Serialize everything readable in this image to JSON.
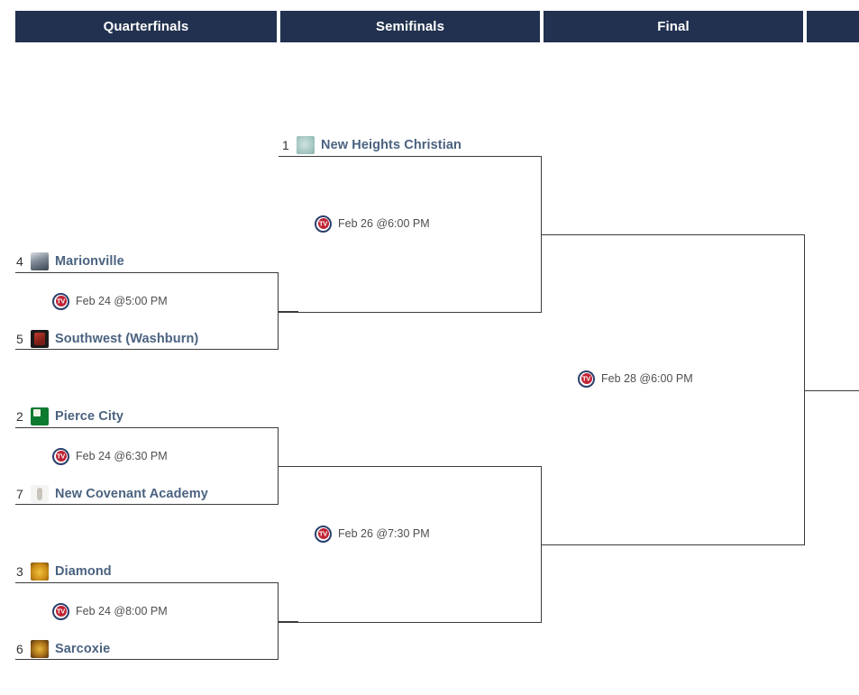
{
  "headers": [
    {
      "label": "Quarterfinals"
    },
    {
      "label": "Semifinals"
    },
    {
      "label": "Final"
    },
    {
      "label": ""
    }
  ],
  "bracket": {
    "quarterfinals": [
      {
        "teams": [
          {
            "seed": "4",
            "name": "Marionville",
            "logo": "marionville-logo"
          },
          {
            "seed": "5",
            "name": "Southwest (Washburn)",
            "logo": "southwest-washburn-logo"
          }
        ],
        "game": {
          "time": "Feb 24 @5:00 PM",
          "icon": "tv-broadcast-icon"
        }
      },
      {
        "teams": [
          {
            "seed": "2",
            "name": "Pierce City",
            "logo": "pierce-city-logo"
          },
          {
            "seed": "7",
            "name": "New Covenant Academy",
            "logo": "new-covenant-academy-logo"
          }
        ],
        "game": {
          "time": "Feb 24 @6:30 PM",
          "icon": "tv-broadcast-icon"
        }
      },
      {
        "teams": [
          {
            "seed": "3",
            "name": "Diamond",
            "logo": "diamond-logo"
          },
          {
            "seed": "6",
            "name": "Sarcoxie",
            "logo": "sarcoxie-logo"
          }
        ],
        "game": {
          "time": "Feb 24 @8:00 PM",
          "icon": "tv-broadcast-icon"
        }
      }
    ],
    "semifinals": [
      {
        "teams": [
          {
            "seed": "1",
            "name": "New Heights Christian",
            "logo": "new-heights-christian-logo"
          }
        ],
        "game": {
          "time": "Feb 26 @6:00 PM",
          "icon": "tv-broadcast-icon"
        }
      },
      {
        "teams": [],
        "game": {
          "time": "Feb 26 @7:30 PM",
          "icon": "tv-broadcast-icon"
        }
      }
    ],
    "final": [
      {
        "teams": [],
        "game": {
          "time": "Feb 28 @6:00 PM",
          "icon": "tv-broadcast-icon"
        }
      }
    ]
  },
  "colors": {
    "header_bg": "#22314f",
    "header_text": "#ffffff",
    "team_name": "#4a6280",
    "seed_text": "#333333",
    "game_time": "#4e4e4e",
    "bracket_line": "#3b3b3b",
    "page_bg": "#ffffff"
  }
}
